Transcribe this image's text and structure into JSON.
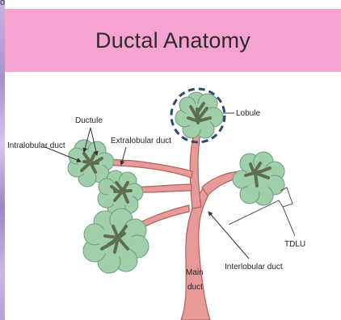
{
  "corner_char": "o",
  "slide": {
    "title": "Ductal Anatomy"
  },
  "labels": {
    "ductule": "Ductule",
    "intralobular_duct": "Intralobular duct",
    "extralobular_duct": "Extralobular duct",
    "lobule": "Lobule",
    "tdlu": "TDLU",
    "interlobular_duct": "Interlobular duct",
    "main_duct_line1": "Main",
    "main_duct_line2": "duct"
  },
  "colors": {
    "title_band": "#f7a3d2",
    "duct_fill": "#e79a98",
    "duct_stroke": "#b2605d",
    "lobule_fill": "#9fcfab",
    "lobule_stroke": "#6f9c7b",
    "lobule_center": "#5f6e4d",
    "dashed_circle": "#2d4a6e"
  }
}
